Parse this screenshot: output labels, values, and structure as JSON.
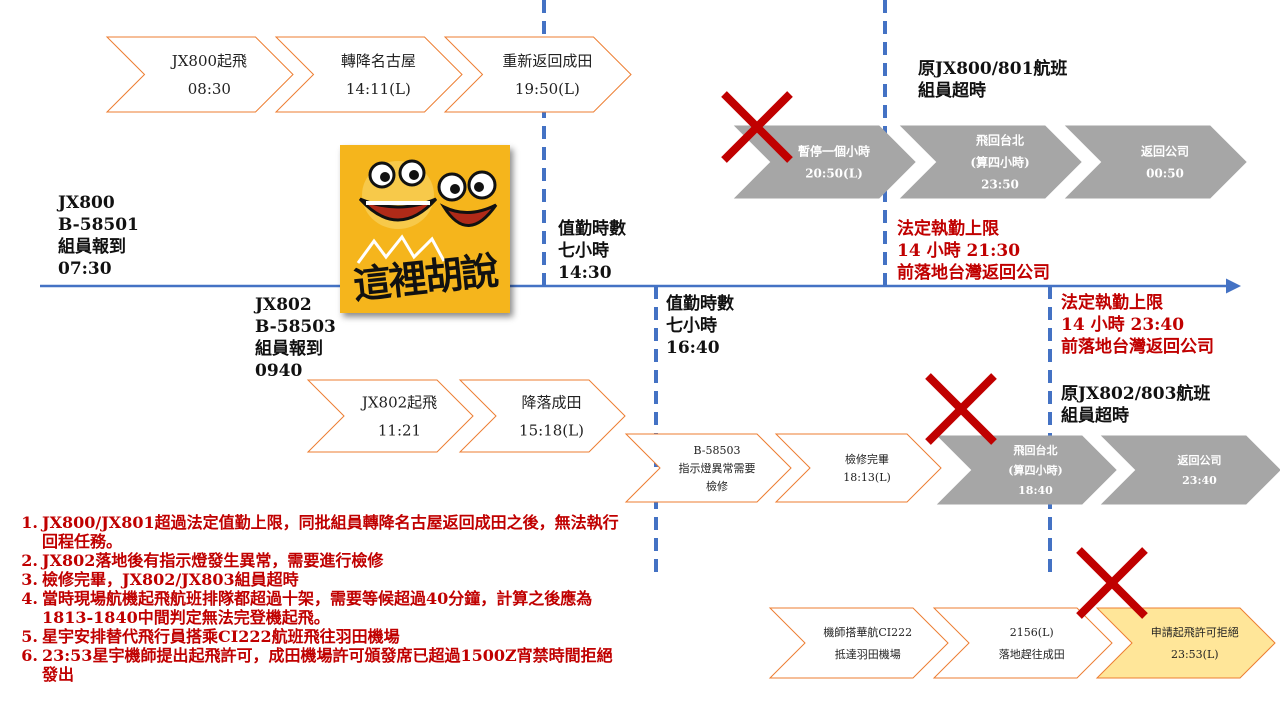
{
  "colors": {
    "timeline": "#4472c4",
    "red_text": "#c00000",
    "outline": "#ed7d31",
    "gray_chevron": "#a6a6a6",
    "yellow_chevron": "#ffe699",
    "cross": "#c00000",
    "badge_bg": "#f5b51c"
  },
  "labels": {
    "jx800_info": [
      "JX800",
      "B-58501",
      "組員報到",
      "07:30"
    ],
    "jx802_info": [
      "JX802",
      "B-58503",
      "組員報到",
      "0940"
    ],
    "duty_1430": [
      "值勤時數",
      "七小時",
      "14:30"
    ],
    "duty_1640": [
      "值勤時數",
      "七小時",
      "16:40"
    ],
    "jx800_overtime": [
      "原JX800/801航班",
      "組員超時"
    ],
    "jx802_overtime": [
      "原JX802/803航班",
      "組員超時"
    ],
    "limit_2130": [
      "法定執勤上限",
      "14 小時 21:30",
      "前落地台灣返回公司"
    ],
    "limit_2340": [
      "法定執勤上限",
      "14 小時 23:40",
      "前落地台灣返回公司"
    ]
  },
  "row1": [
    {
      "title": "JX800起飛",
      "time": "08:30"
    },
    {
      "title": "轉降名古屋",
      "time": "14:11(L)"
    },
    {
      "title": "重新返回成田",
      "time": "19:50(L)"
    }
  ],
  "row2_cancelled": [
    {
      "title": "暫停一個小時",
      "time": "20:50(L)"
    },
    {
      "title": "飛回台北",
      "sub": "(算四小時)",
      "time": "23:50"
    },
    {
      "title": "返回公司",
      "time": "00:50"
    }
  ],
  "row3": [
    {
      "title": "JX802起飛",
      "time": "11:21"
    },
    {
      "title": "降落成田",
      "time": "15:18(L)"
    }
  ],
  "row4": [
    {
      "title": "B-58503",
      "sub": "指示燈異常需要",
      "time": "檢修"
    },
    {
      "title": "檢修完畢",
      "time": "18:13(L)"
    }
  ],
  "row4_cancelled": [
    {
      "title": "飛回台北",
      "sub": "(算四小時)",
      "time": "18:40"
    },
    {
      "title": "返回公司",
      "time": "23:40"
    }
  ],
  "row5": [
    {
      "title": "機師搭華航CI222",
      "time": "抵達羽田機場"
    },
    {
      "title": "2156(L)",
      "time": "落地趕往成田"
    },
    {
      "title": "申請起飛許可拒絕",
      "time": "23:53(L)"
    }
  ],
  "notes": [
    {
      "num": "1.",
      "text": "JX800/JX801超過法定值勤上限，同批組員轉降名古屋返回成田之後，無法執行回程任務。"
    },
    {
      "num": "2.",
      "text": "JX802落地後有指示燈發生異常，需要進行檢修"
    },
    {
      "num": "3.",
      "text": "檢修完畢，JX802/JX803組員超時"
    },
    {
      "num": "4.",
      "text": "當時現場航機起飛航班排隊都超過十架，需要等候超過40分鐘，計算之後應為1813-1840中間判定無法完登機起飛。"
    },
    {
      "num": "5.",
      "text": "星宇安排替代飛行員搭乘CI222航班飛往羽田機場"
    },
    {
      "num": "6.",
      "text": "23:53星宇機師提出起飛許可，成田機場許可頒發席已超過1500Z宵禁時間拒絕發出"
    }
  ],
  "badge": {
    "text": "這裡胡說"
  }
}
